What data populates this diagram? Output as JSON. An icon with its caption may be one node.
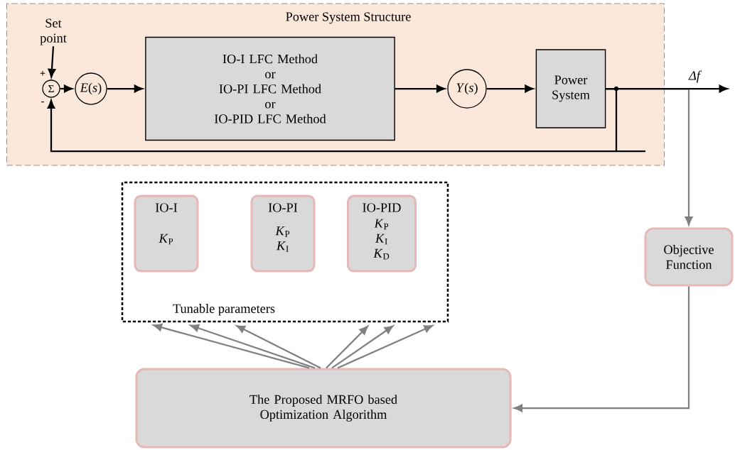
{
  "diagram": {
    "nodes": [
      {
        "text": [
          "Power System Structure"
        ]
      },
      {
        "text": [
          "Set point"
        ],
        "in": 0
      },
      {
        "text": [
          "Σ"
        ],
        "in": 0
      },
      {
        "text": [
          "*E*(*s*)"
        ],
        "in": 0
      },
      {
        "text": [
          "IO-I LFC Method",
          "or",
          "IO-PI LFC Method",
          "or",
          "IO-PID LFC Method"
        ],
        "in": 0
      },
      {
        "text": [
          "*Y*(*s*)"
        ],
        "in": 0
      },
      {
        "text": [
          "Power System"
        ],
        "in": 0
      },
      {
        "text": [
          "Tunable parameters"
        ]
      },
      {
        "text": [
          "IO-I",
          "*K*$_{P}$"
        ],
        "in": 7
      },
      {
        "text": [
          "IO-PI",
          "*K*$_{P}$",
          "*K*$_{I}$"
        ],
        "in": 7
      },
      {
        "text": [
          "IO-PID",
          "*K*$_{P}$",
          "*K*$_{I}$",
          "*K*$_{D}$"
        ],
        "in": 7
      },
      {
        "text": [
          "Objective Function"
        ]
      },
      {
        "text": [
          "The Proposed MRFO based Optimization Algorithm"
        ]
      }
    ],
    "edges": [
      {
        "from": 1,
        "to": 2,
        "arrow": "to",
        "color": "#000000"
      },
      {
        "from": 2,
        "to": 3,
        "arrow": "to",
        "color": "#000000"
      },
      {
        "from": 3,
        "to": 4,
        "arrow": "to",
        "color": "#000000"
      },
      {
        "from": 4,
        "to": 5,
        "arrow": "to",
        "color": "#000000"
      },
      {
        "from": 5,
        "to": 6,
        "arrow": "to",
        "color": "#000000"
      },
      {
        "from": 6,
        "to": null,
        "arrow": "to",
        "label": "*Δf*",
        "color": "#000000"
      },
      {
        "from": 6,
        "to": 2,
        "arrow": "to",
        "color": "#000000"
      },
      {
        "from": 6,
        "to": 11,
        "arrow": "to",
        "color": "#808080"
      },
      {
        "from": 11,
        "to": 12,
        "arrow": "to",
        "color": "#808080"
      },
      {
        "from": 12,
        "to": 7,
        "arrow": "to",
        "color": "#808080"
      },
      {
        "from": 12,
        "to": 7,
        "arrow": "to",
        "color": "#808080"
      },
      {
        "from": 12,
        "to": 7,
        "arrow": "to",
        "color": "#808080"
      },
      {
        "from": 12,
        "to": 7,
        "arrow": "to",
        "color": "#808080"
      },
      {
        "from": 12,
        "to": 7,
        "arrow": "to",
        "color": "#808080"
      },
      {
        "from": 12,
        "to": 7,
        "arrow": "to",
        "color": "#808080"
      }
    ],
    "labels": [
      "+",
      "-"
    ]
  }
}
